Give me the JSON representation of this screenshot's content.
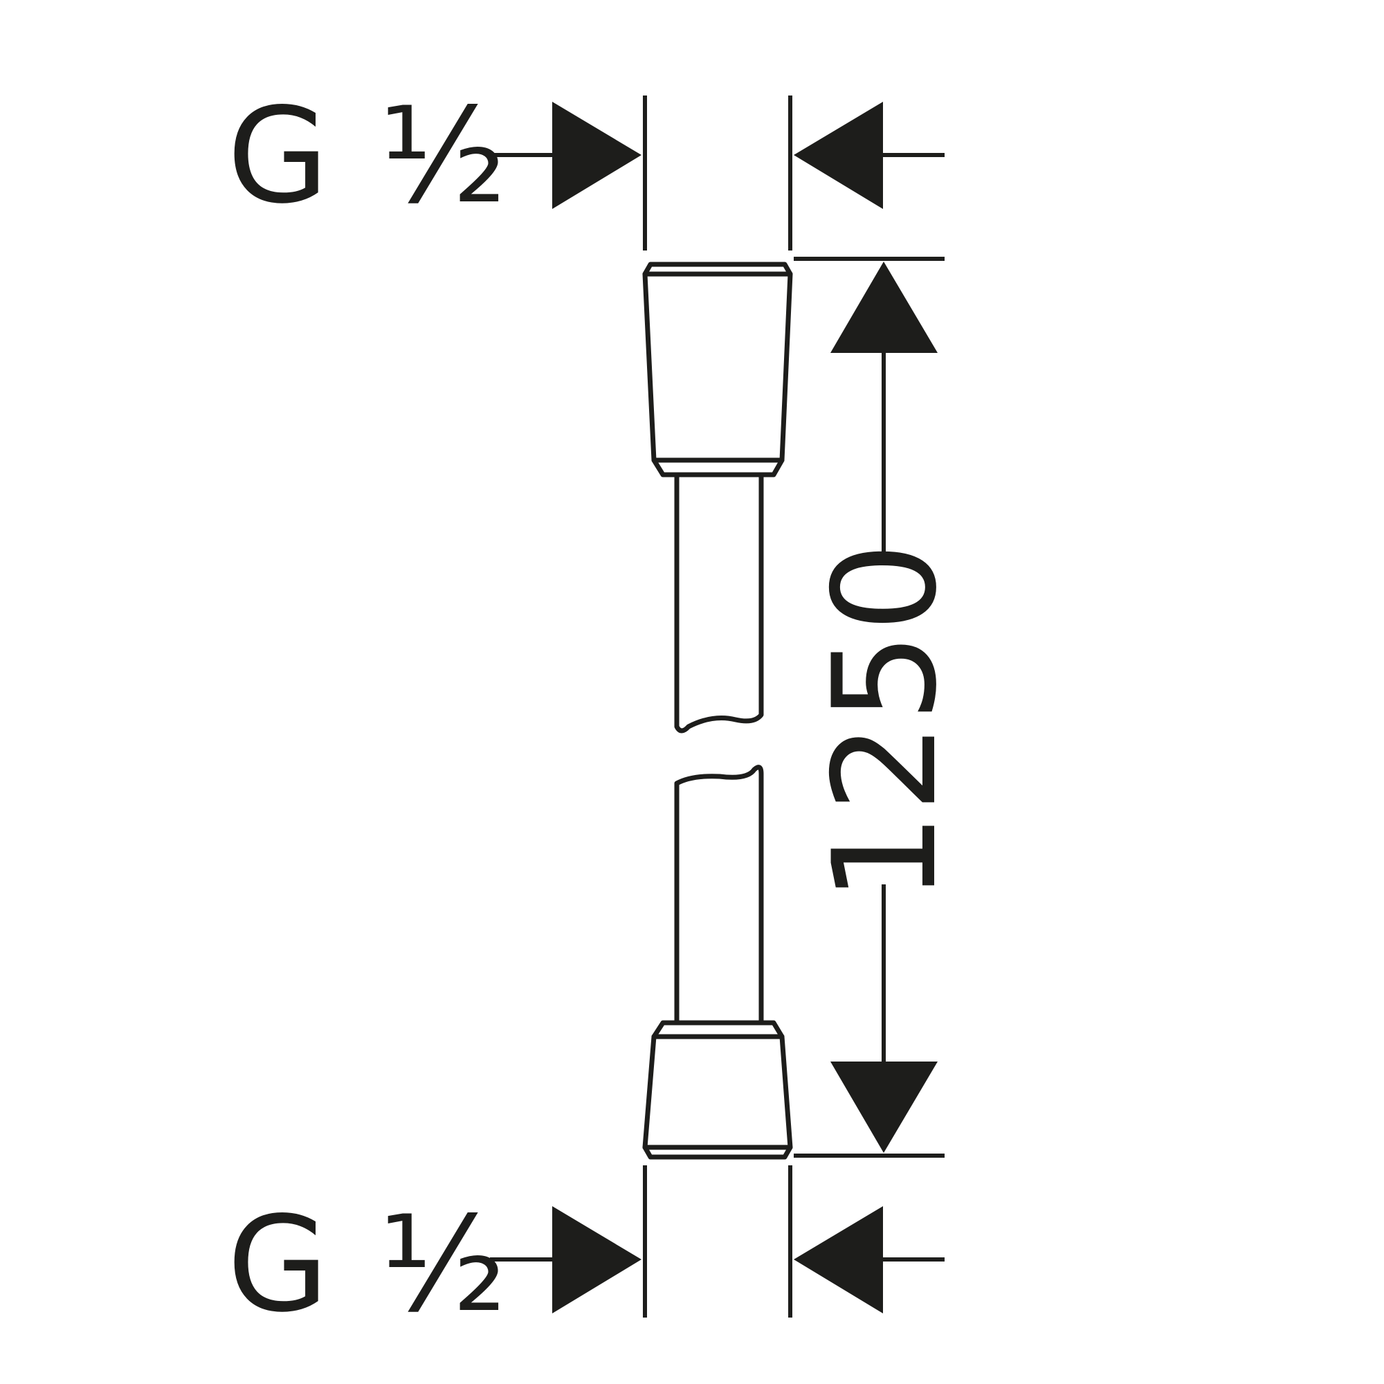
{
  "drawing": {
    "subject": "shower-hose",
    "ink_color": "#1d1d1b",
    "background_color": "#ffffff"
  },
  "top_connection": {
    "thread_letter": "G",
    "thread_size": "½"
  },
  "bottom_connection": {
    "thread_letter": "G",
    "thread_size": "½"
  },
  "length_dimension": {
    "value": "1250"
  }
}
